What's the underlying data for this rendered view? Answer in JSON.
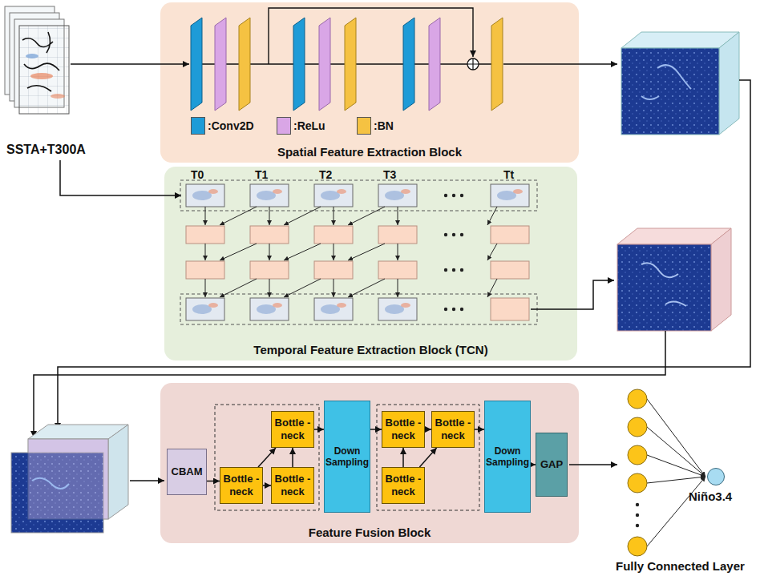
{
  "diagram": {
    "nodes": [
      {
        "text": [
          "Spatial Feature Extraction Block"
        ]
      },
      {
        "text": [
          "Temporal Feature Extraction Block (TCN)"
        ]
      },
      {
        "text": [
          "Feature Fusion Block"
        ]
      },
      {
        "text": [
          "CBAM"
        ],
        "in": 2
      },
      {
        "text": [
          "Bottle -neck"
        ],
        "in": 2
      },
      {
        "text": [
          "Bottle -neck"
        ],
        "in": 2
      },
      {
        "text": [
          "Bottle -neck"
        ],
        "in": 2
      },
      {
        "text": [
          "Down Sampling"
        ],
        "in": 2
      },
      {
        "text": [
          "Bottle -neck"
        ],
        "in": 2
      },
      {
        "text": [
          "Bottle -neck"
        ],
        "in": 2
      },
      {
        "text": [
          "Bottle -neck"
        ],
        "in": 2
      },
      {
        "text": [
          "Down Sampling"
        ],
        "in": 2
      },
      {
        "text": [
          "GAP"
        ],
        "in": 2
      },
      {
        "text": [
          "Niño3.4"
        ]
      }
    ],
    "edges": [
      {
        "from": 3,
        "to": 4,
        "arrow": "to"
      },
      {
        "from": 4,
        "to": 5,
        "arrow": "to"
      },
      {
        "from": 4,
        "to": 6,
        "arrow": "to"
      },
      {
        "from": 6,
        "to": 5,
        "arrow": "to"
      },
      {
        "from": 5,
        "to": 7,
        "arrow": "to"
      },
      {
        "from": 7,
        "to": 8,
        "arrow": "to"
      },
      {
        "from": 10,
        "to": 8,
        "arrow": "to"
      },
      {
        "from": 8,
        "to": 9,
        "arrow": "to"
      },
      {
        "from": 10,
        "to": 9,
        "arrow": "to"
      },
      {
        "from": 9,
        "to": 11,
        "arrow": "to"
      },
      {
        "from": 11,
        "to": 12,
        "arrow": "to"
      }
    ],
    "labels": [
      "SSTA+T300A",
      "T0",
      "T1",
      "T2",
      "T3",
      "Tt",
      "Fully Connected Layer"
    ],
    "legend": [
      {
        "text": ":Conv2D",
        "color": "#1e9bd7"
      },
      {
        "text": ":ReLu",
        "color": "#d9a6e6"
      },
      {
        "text": ":BN",
        "color": "#f5c242"
      }
    ]
  }
}
